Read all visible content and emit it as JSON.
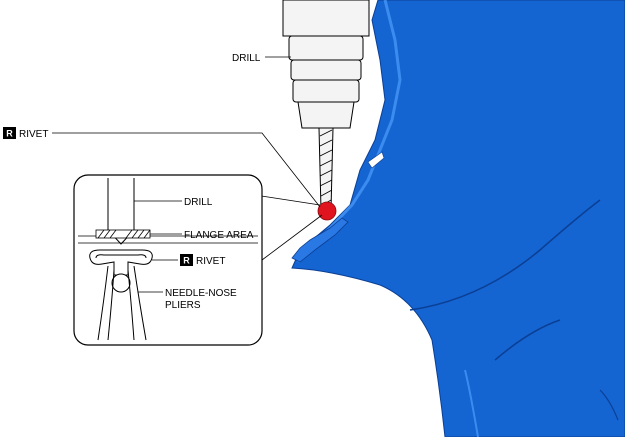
{
  "labels": {
    "drill_main": "DRILL",
    "rivet_main": "RIVET",
    "drill_inset": "DRILL",
    "flange_area": "FLANGE AREA",
    "rivet_inset": "RIVET",
    "pliers_line1": "NEEDLE-NOSE",
    "pliers_line2": "PLIERS"
  },
  "badge": {
    "letter": "R"
  },
  "colors": {
    "panel_blue": "#1464d2",
    "panel_dark": "#0b3f94",
    "panel_light": "#3c8cf0",
    "rivet_red": "#e0141e",
    "drill_gray": "#f4f4f4",
    "line": "#000000"
  }
}
